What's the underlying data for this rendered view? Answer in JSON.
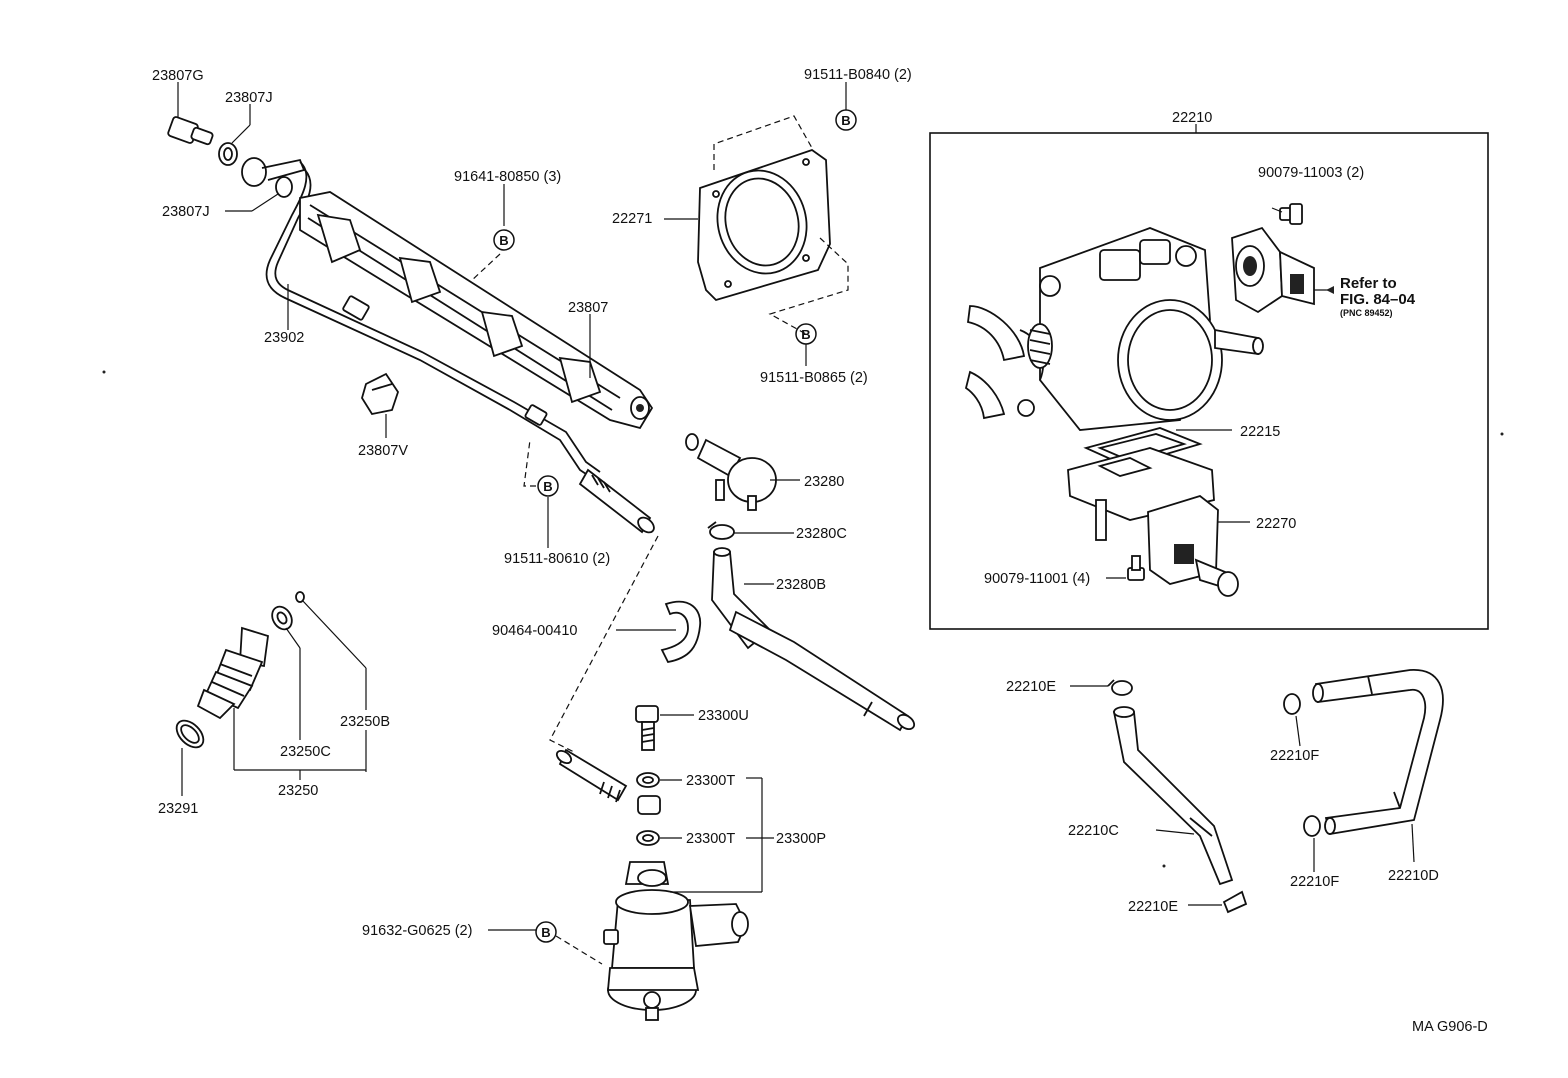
{
  "labels": {
    "p23807G": "23807G",
    "p23807J_top": "23807J",
    "p23807J_left": "23807J",
    "p91641": "91641-80850 (3)",
    "p23902": "23902",
    "p23807": "23807",
    "p23807V": "23807V",
    "p91511_80610": "91511-80610 (2)",
    "p91511_B0840": "91511-B0840 (2)",
    "p22271": "22271",
    "p91511_B0865": "91511-B0865 (2)",
    "p22210": "22210",
    "p90079_11003": "90079-11003 (2)",
    "p22215": "22215",
    "p22270": "22270",
    "p90079_11001": "90079-11001 (4)",
    "p23280": "23280",
    "p23280C": "23280C",
    "p23280B": "23280B",
    "p90464": "90464-00410",
    "p23300U": "23300U",
    "p23300T_top": "23300T",
    "p23300T_bot": "23300T",
    "p23300P": "23300P",
    "p91632": "91632-G0625 (2)",
    "p23250B": "23250B",
    "p23250C": "23250C",
    "p23250": "23250",
    "p23291": "23291",
    "p22210E_top": "22210E",
    "p22210E_bot": "22210E",
    "p22210C": "22210C",
    "p22210F_top": "22210F",
    "p22210F_bot": "22210F",
    "p22210D": "22210D"
  },
  "refer": {
    "line1": "Refer to",
    "line2": "FIG. 84–04",
    "line3": "(PNC 89452)"
  },
  "callout_letter": "B",
  "figure_code": "MA G906-D"
}
